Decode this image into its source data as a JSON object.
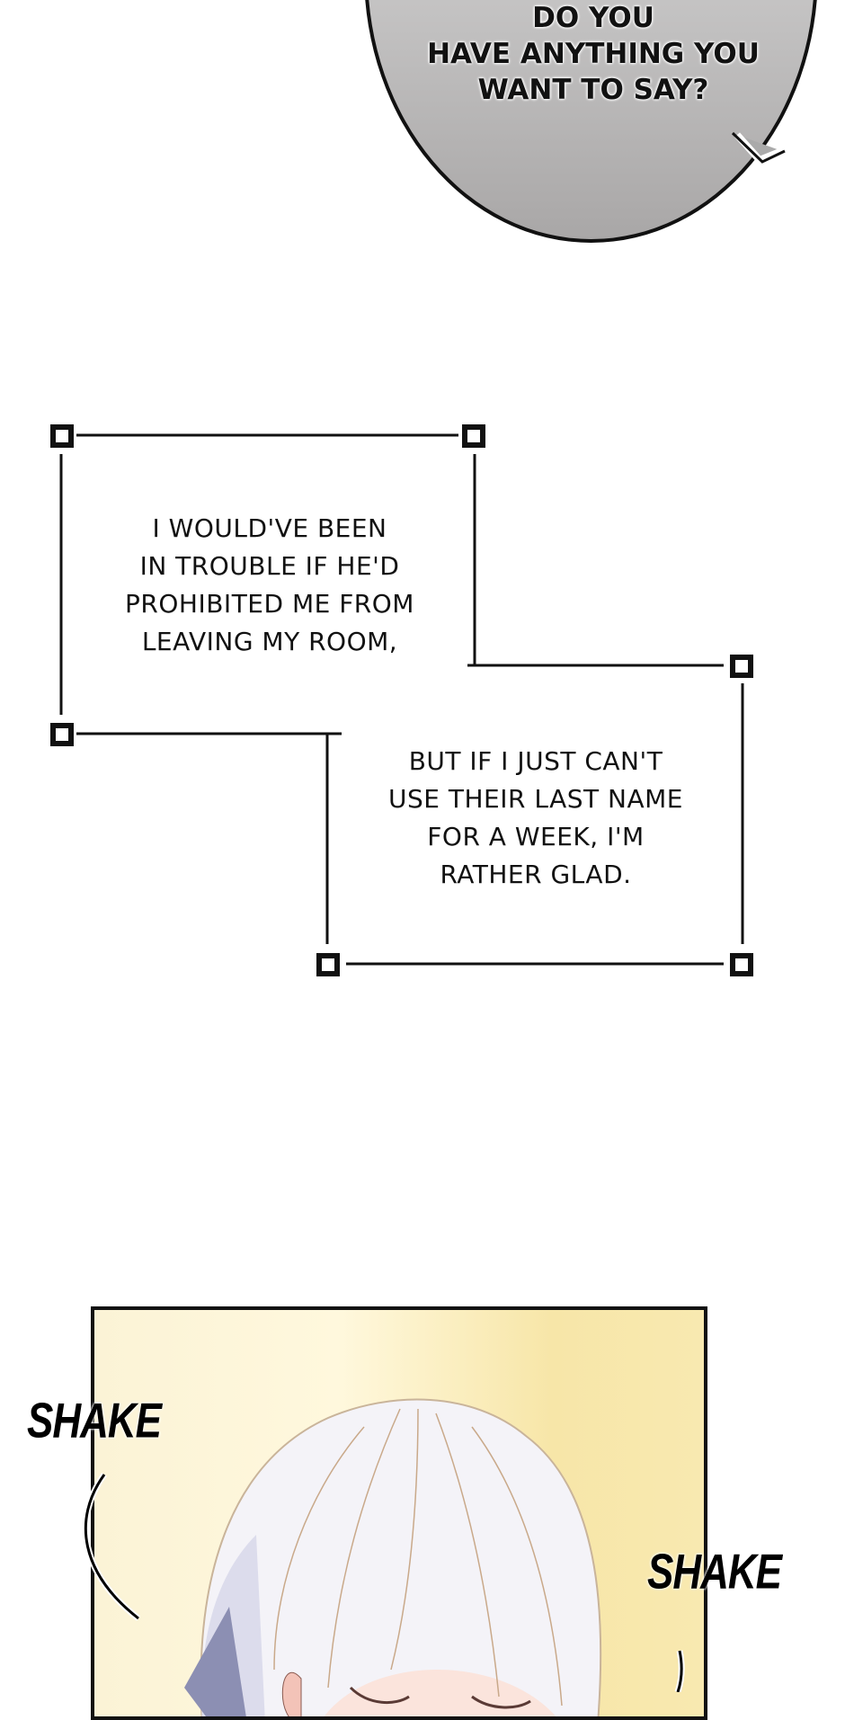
{
  "speech_bubble": {
    "lines": [
      "DO YOU",
      "HAVE ANYTHING YOU",
      "WANT TO SAY?"
    ]
  },
  "caption_1": {
    "lines": [
      "I WOULD'VE BEEN",
      "IN TROUBLE IF HE'D",
      "PROHIBITED ME FROM",
      "LEAVING MY ROOM,"
    ]
  },
  "caption_2": {
    "lines": [
      "BUT IF I JUST CAN'T",
      "USE THEIR LAST NAME",
      "FOR A WEEK, I'M",
      "RATHER GLAD."
    ]
  },
  "sfx": {
    "left": "SHAKE",
    "right": "SHAKE"
  }
}
